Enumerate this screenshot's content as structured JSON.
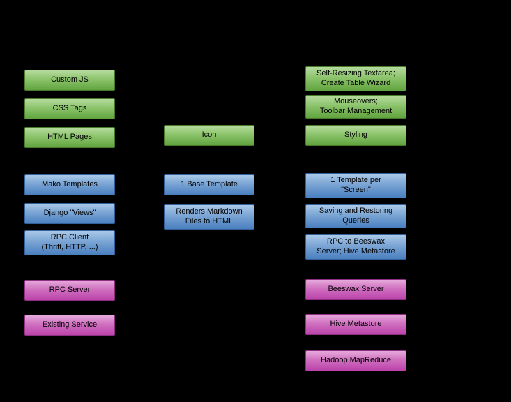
{
  "diagram": {
    "background_color": "#000000",
    "group_colors": {
      "green_top": "#b6db9e",
      "green_bottom": "#61a33e",
      "green_border": "#477a2a",
      "blue_top": "#aac9e8",
      "blue_bottom": "#4a80c0",
      "blue_border": "#33609b",
      "magenta_top": "#e6aadb",
      "magenta_bottom": "#bb42aa",
      "magenta_border": "#8e2f82"
    },
    "boxes": [
      {
        "label": "Custom JS",
        "group": "green",
        "column": "left"
      },
      {
        "label": "CSS Tags",
        "group": "green",
        "column": "left"
      },
      {
        "label": "HTML Pages",
        "group": "green",
        "column": "left"
      },
      {
        "label": "Mako Templates",
        "group": "blue",
        "column": "left"
      },
      {
        "label": "Django \"Views\"",
        "group": "blue",
        "column": "left"
      },
      {
        "label": "RPC Client\n(Thrift, HTTP, ...)",
        "group": "blue",
        "column": "left"
      },
      {
        "label": "RPC Server",
        "group": "magenta",
        "column": "left"
      },
      {
        "label": "Existing Service",
        "group": "magenta",
        "column": "left"
      },
      {
        "label": "Icon",
        "group": "green",
        "column": "middle"
      },
      {
        "label": "1 Base Template",
        "group": "blue",
        "column": "middle"
      },
      {
        "label": "Renders Markdown\nFiles to HTML",
        "group": "blue",
        "column": "middle"
      },
      {
        "label": "Self-Resizing Textarea;\nCreate Table Wizard",
        "group": "green",
        "column": "right"
      },
      {
        "label": "Mouseovers;\nToolbar Management",
        "group": "green",
        "column": "right"
      },
      {
        "label": "Styling",
        "group": "green",
        "column": "right"
      },
      {
        "label": "1 Template per\n\"Screen\"",
        "group": "blue",
        "column": "right"
      },
      {
        "label": "Saving and Restoring\nQueries",
        "group": "blue",
        "column": "right"
      },
      {
        "label": "RPC to Beeswax\nServer; Hive Metastore",
        "group": "blue",
        "column": "right"
      },
      {
        "label": "Beeswax Server",
        "group": "magenta",
        "column": "right"
      },
      {
        "label": "Hive Metastore",
        "group": "magenta",
        "column": "right"
      },
      {
        "label": "Hadoop MapReduce",
        "group": "magenta",
        "column": "right"
      }
    ]
  }
}
